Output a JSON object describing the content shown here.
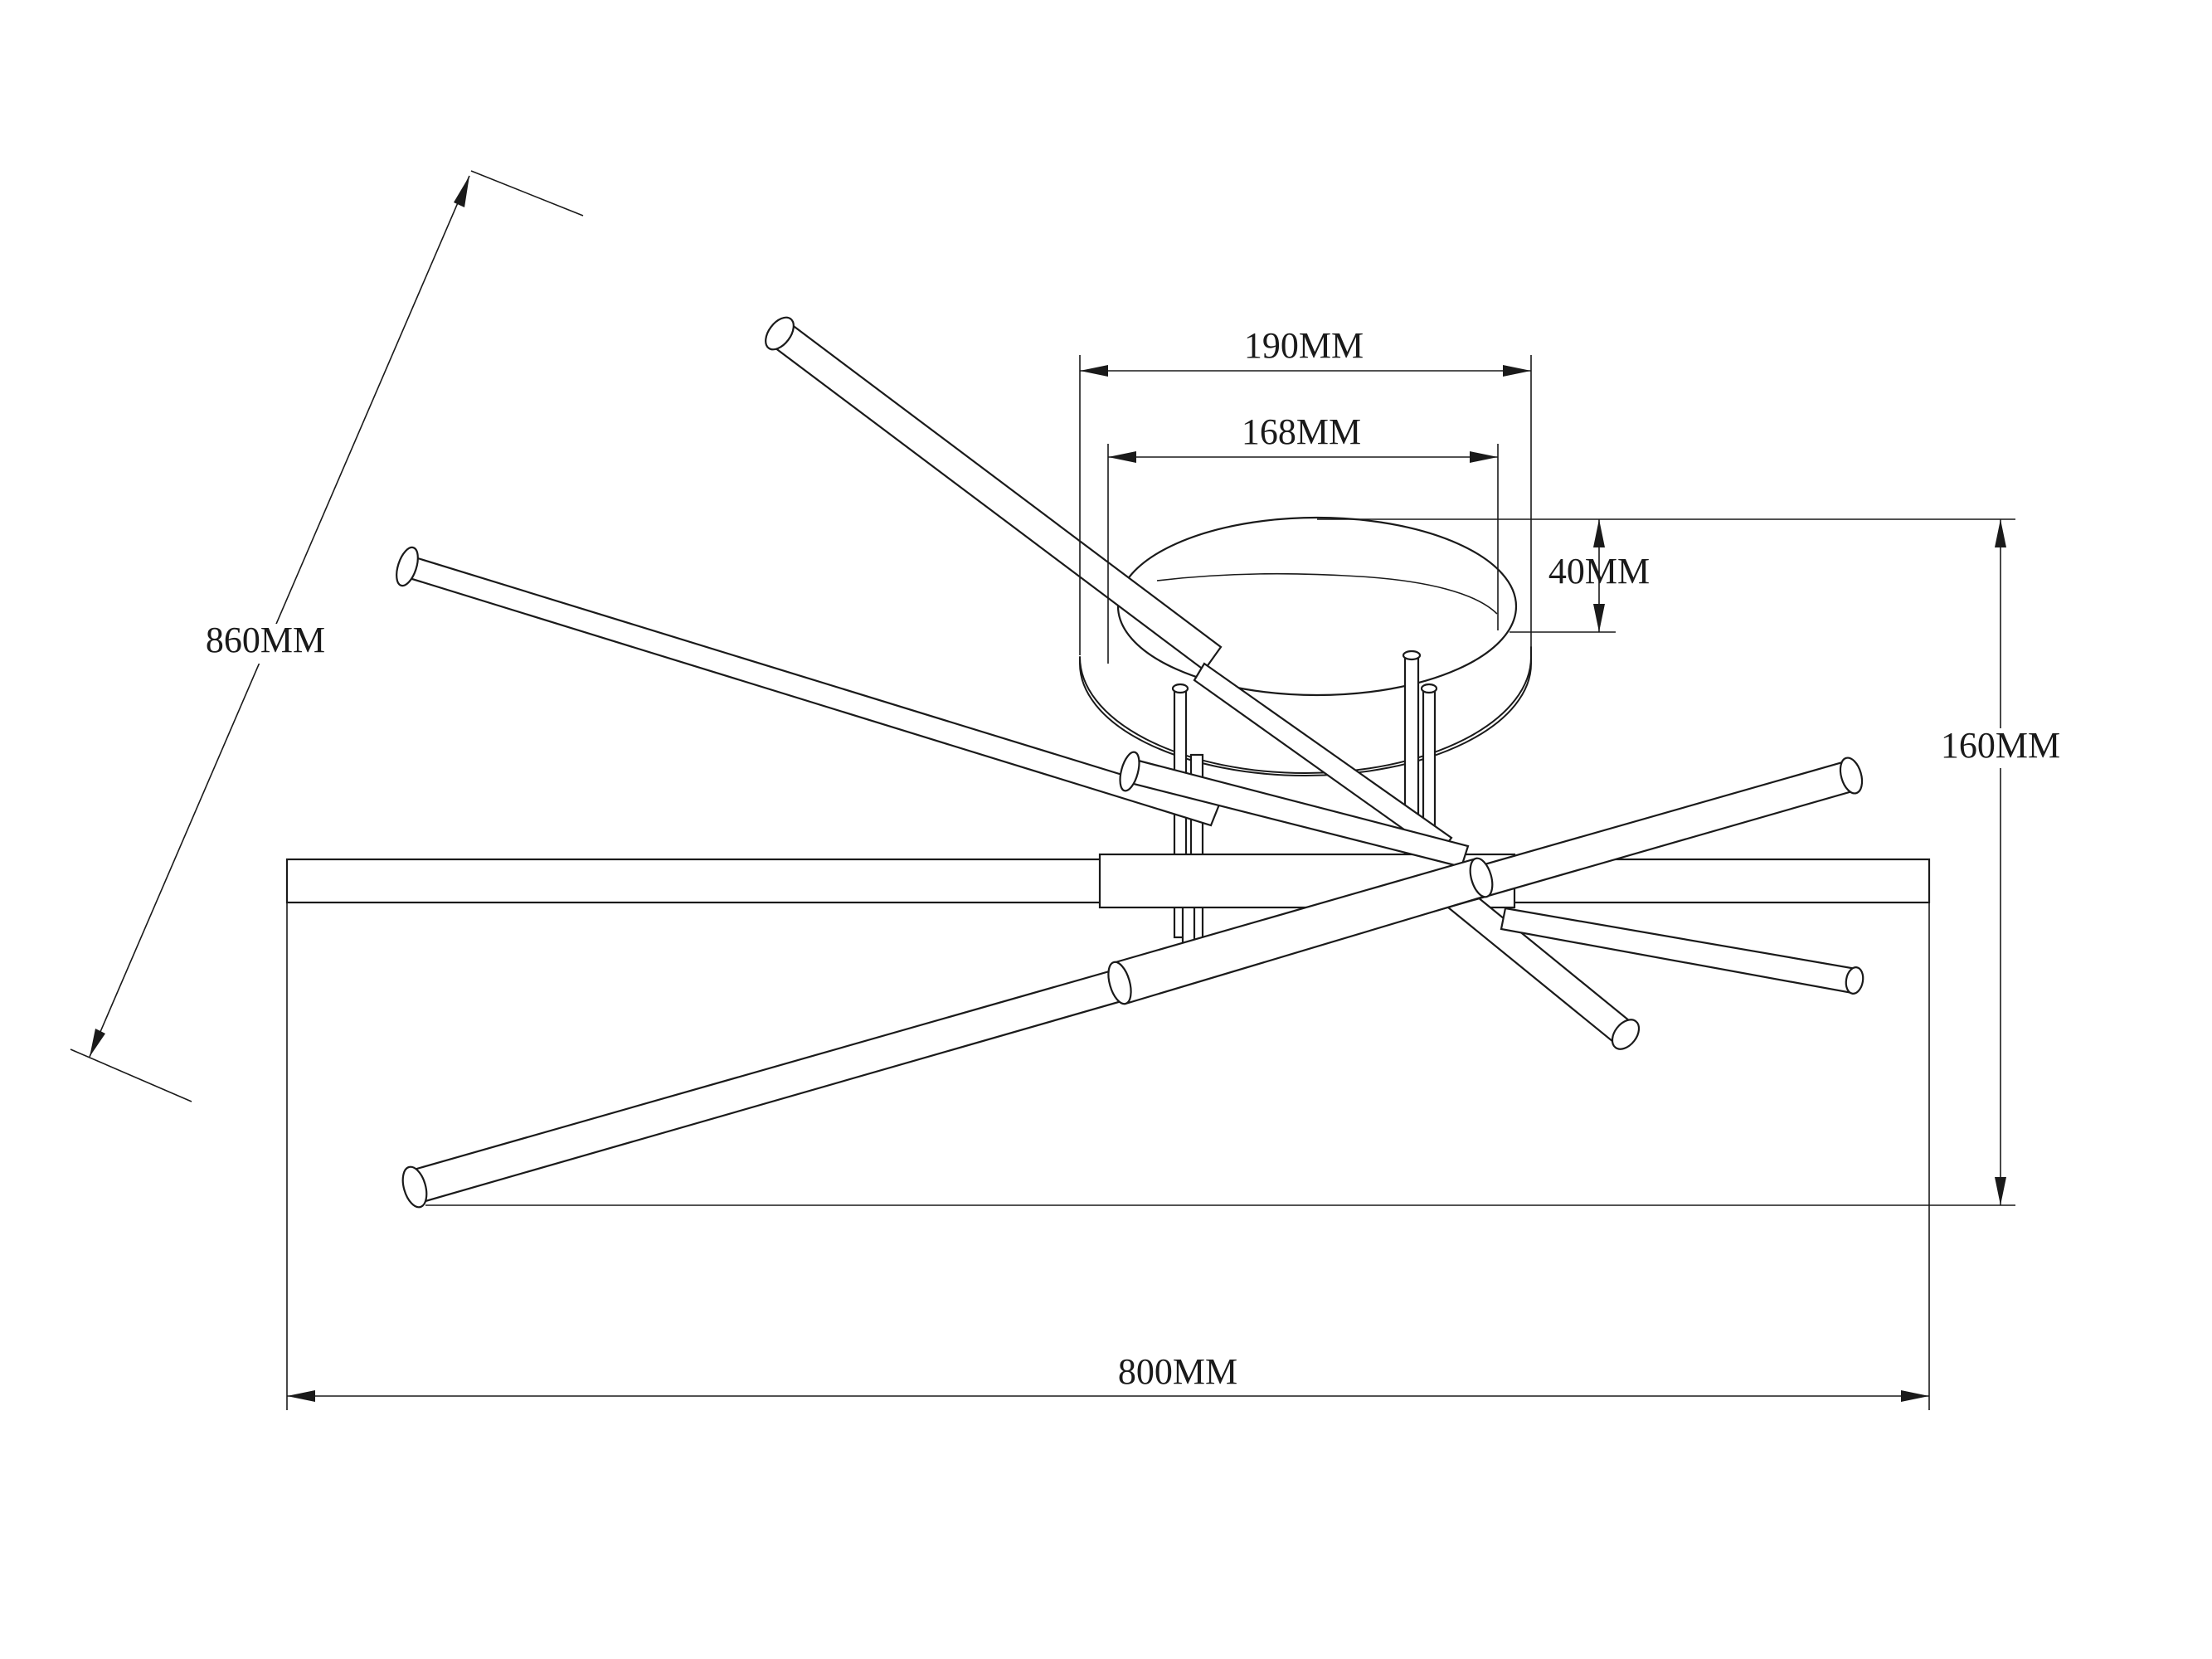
{
  "dimensions": {
    "diagonal": "860MM",
    "canopy_outer_width": "190MM",
    "canopy_inner_width": "168MM",
    "canopy_height": "40MM",
    "total_height": "160MM",
    "total_width": "800MM"
  },
  "colors": {
    "line": "#1a1a1a",
    "background": "#ffffff"
  }
}
